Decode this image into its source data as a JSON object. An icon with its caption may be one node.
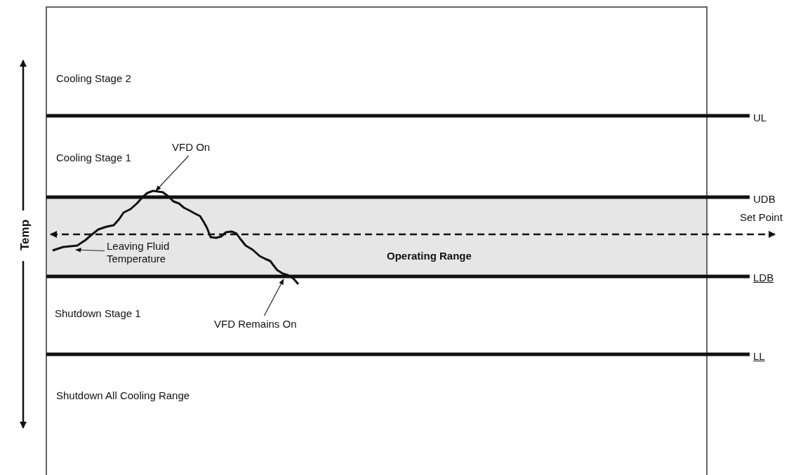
{
  "diagram": {
    "nodes": [
      {
        "text": [
          "VFD On"
        ]
      },
      {
        "text": [
          "Operating Range"
        ]
      },
      {
        "text": [],
        "shape": "line"
      },
      {
        "text": [
          "Leaving Fluid Temperature"
        ]
      },
      {
        "text": [
          "VFD Remains On"
        ]
      }
    ],
    "edges": [
      {
        "from": 0,
        "to": 2,
        "arrow": "to"
      },
      {
        "from": 3,
        "to": 2,
        "arrow": "to"
      },
      {
        "from": 4,
        "to": 2,
        "arrow": "to"
      }
    ],
    "labels": [
      "Cooling Stage 2",
      "UL",
      "Cooling Stage 1",
      "UDB",
      "Temp",
      "Set Point",
      "LDB",
      "Shutdown Stage 1",
      "LL",
      "Shutdown All Cooling Range"
    ]
  }
}
